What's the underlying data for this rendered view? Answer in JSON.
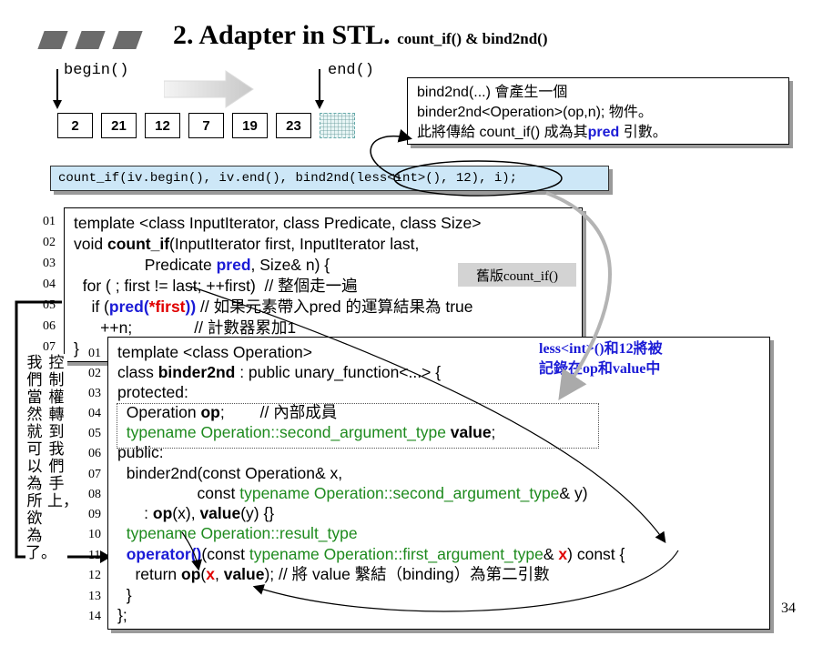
{
  "slide": {
    "title_main": "2. Adapter in STL.",
    "title_sub": "count_if() & bind2nd()",
    "page_number": "34"
  },
  "iterators": {
    "begin_label": "begin()",
    "end_label": "end()"
  },
  "array_cells": [
    "2",
    "21",
    "12",
    "7",
    "19",
    "23"
  ],
  "bind_note": {
    "line1": "bind2nd(...) 會產生一個",
    "line2": "binder2nd<Operation>(op,n); 物件。",
    "line3_before": "此將傳給 count_if() 成為其",
    "line3_highlight": "pred",
    "line3_after": " 引數。"
  },
  "call_code": "count_if(iv.begin(), iv.end(), bind2nd(less<int>(), 12), i);",
  "count_if_code": {
    "line_numbers": [
      "01",
      "02",
      "03",
      "04",
      "05",
      "06",
      "07"
    ],
    "l1": "template <class InputIterator, class Predicate, class Size>",
    "l2_a": "void ",
    "l2_b": "count_if",
    "l2_c": "(InputIterator first, InputIterator last,",
    "l3_a": "                Predicate ",
    "l3_b": "pred",
    "l3_c": ", Size& n) {",
    "l4": "  for ( ; first != last; ++first)  // 整個走一遍",
    "l5_a": "    if (",
    "l5_b": "pred(",
    "l5_c": "*first",
    "l5_d": "))",
    "l5_e": " // 如果元素帶入pred 的運算結果為 true",
    "l6": "      ++n;              // 計數器累加1",
    "l7": "}"
  },
  "old_version_tag": "舊版count_if()",
  "binder_code": {
    "line_numbers": [
      "01",
      "02",
      "03",
      "04",
      "05",
      "06",
      "07",
      "08",
      "09",
      "10",
      "11",
      "12",
      "13",
      "14"
    ],
    "l1": "template <class Operation>",
    "l2_a": "class ",
    "l2_b": "binder2nd",
    "l2_c": " : public unary_function<...> {",
    "l3": "protected:",
    "l4_a": "  Operation ",
    "l4_b": "op",
    "l4_c": ";        // 內部成員",
    "l5_a": "  typename Operation::second_argument_type ",
    "l5_b": "value",
    "l5_c": ";",
    "l6": "public:",
    "l7": "  binder2nd(const Operation& x,",
    "l8_a": "                  const ",
    "l8_b": "typename Operation::second_argument_type",
    "l8_c": "& y)",
    "l9_a": "      : ",
    "l9_b": "op",
    "l9_c": "(x), ",
    "l9_d": "value",
    "l9_e": "(y) {}",
    "l10": "  typename Operation::result_type",
    "l11_a": "  operator()",
    "l11_b": "(const ",
    "l11_c": "typename Operation::first_argument_type",
    "l11_d": "& ",
    "l11_e": "x",
    "l11_f": ") const {",
    "l12_a": "    return ",
    "l12_b": "op",
    "l12_c": "(",
    "l12_d": "x",
    "l12_e": ", ",
    "l12_f": "value",
    "l12_g": "); // 將 value 繫結（binding）為第二引數",
    "l13": "  }",
    "l14": "};"
  },
  "side_note": {
    "line1": "less<int>()和12將被",
    "line2": "記錄在op和value中"
  },
  "vertical_note": {
    "right_column": "控制權轉到我們手上，",
    "left_column": "我們當然就可以為所欲為了。"
  },
  "colors": {
    "keyword_blue": "#1b1bd6",
    "type_green": "#1d8a1d",
    "highlight_red": "#e00000",
    "call_bar_bg": "#cde7f7"
  }
}
